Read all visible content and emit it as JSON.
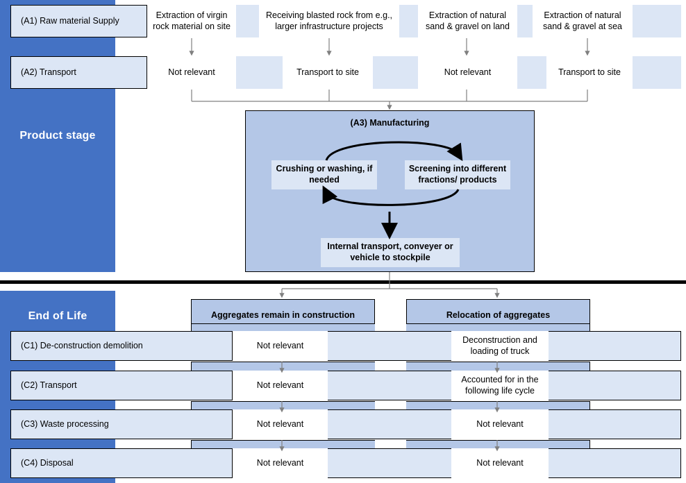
{
  "stages": {
    "product": "Product stage",
    "end_of_life": "End of Life"
  },
  "product_stage": {
    "rows": [
      {
        "id": "A1",
        "label": "(A1) Raw material Supply",
        "cells": [
          "Extraction of virgin rock material on site",
          "Receiving blasted rock from e.g., larger infrastructure projects",
          "Extraction of natural sand & gravel on land",
          "Extraction of natural sand & gravel at sea"
        ]
      },
      {
        "id": "A2",
        "label": "(A2) Transport",
        "cells": [
          "Not relevant",
          "Transport to site",
          "Not relevant",
          "Transport to site"
        ]
      }
    ],
    "manufacturing": {
      "id": "A3",
      "title": "(A3) Manufacturing",
      "left_step": "Crushing or washing, if needed",
      "right_step": "Screening into different fractions/ products",
      "output_step": "Internal transport, conveyer or vehicle to stockpile"
    }
  },
  "end_of_life": {
    "branches": [
      "Aggregates remain in construction",
      "Relocation of aggregates"
    ],
    "rows": [
      {
        "id": "C1",
        "label": "(C1) De-construction demolition",
        "cells": [
          "Not relevant",
          "Deconstruction and loading of truck"
        ]
      },
      {
        "id": "C2",
        "label": "(C2) Transport",
        "cells": [
          "Not relevant",
          "Accounted for in the following life cycle"
        ]
      },
      {
        "id": "C3",
        "label": "(C3) Waste processing",
        "cells": [
          "Not relevant",
          "Not relevant"
        ]
      },
      {
        "id": "C4",
        "label": "(C4) Disposal",
        "cells": [
          "Not relevant",
          "Not relevant"
        ]
      }
    ]
  },
  "colors": {
    "brand_blue": "#4472c4",
    "mid_blue": "#b4c7e7",
    "pale_blue": "#dce6f5",
    "connector_gray": "#808080",
    "divider_black": "#000000"
  }
}
